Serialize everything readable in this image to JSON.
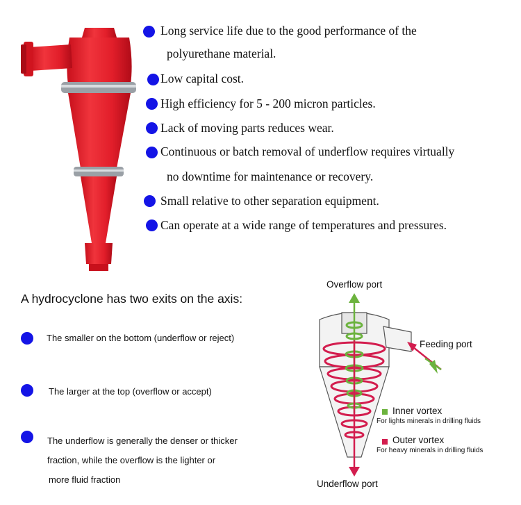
{
  "features": [
    {
      "lines": [
        "Long service life due to the good performance of the",
        "polyurethane material."
      ]
    },
    {
      "lines": [
        "Low capital cost."
      ]
    },
    {
      "lines": [
        "High efficiency for 5 - 200 micron particles."
      ]
    },
    {
      "lines": [
        "Lack of moving parts reduces wear."
      ]
    },
    {
      "lines": [
        "Continuous or batch removal of underflow requires virtually",
        "no downtime for maintenance or recovery."
      ]
    },
    {
      "lines": [
        "Small relative to other separation equipment."
      ]
    },
    {
      "lines": [
        "Can operate at a wide range of temperatures and pressures."
      ]
    }
  ],
  "exits": {
    "heading": "A hydrocyclone has two exits on the axis:",
    "items": [
      {
        "lines": [
          "The smaller on the bottom (underflow or reject)"
        ]
      },
      {
        "lines": [
          "The larger at the top (overflow or accept)"
        ]
      },
      {
        "lines": [
          "The underflow is generally the denser or thicker",
          "fraction, while the overflow is the lighter or",
          "more fluid fraction"
        ]
      }
    ]
  },
  "diagram": {
    "overflow_label": "Overflow port",
    "feeding_label": "Feeding port",
    "underflow_label": "Underflow port",
    "legend": [
      {
        "title": "Inner vortex",
        "subtitle": "For lights minerals in drilling fluids",
        "color": "#6cb33e"
      },
      {
        "title": "Outer vortex",
        "subtitle": "For heavy minerals in drilling fluids",
        "color": "#d31d4e"
      }
    ]
  },
  "colors": {
    "bullet": "#1414e6",
    "product_red": "#e8202c"
  }
}
